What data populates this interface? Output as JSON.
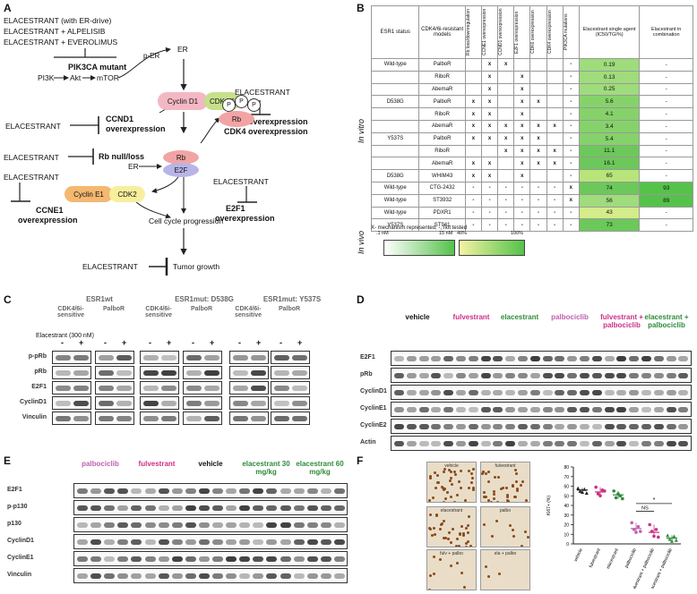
{
  "panels": {
    "a": "A",
    "b": "B",
    "c": "C",
    "d": "D",
    "e": "E",
    "f": "F"
  },
  "panel_a": {
    "treatments": [
      "ELACESTRANT (with ER-drive)",
      "ELACESTRANT + ALPELISIB",
      "ELACESTRANT + EVEROLIMUS"
    ],
    "pik3ca": "PIK3CA mutant",
    "pi3k": "PI3K",
    "akt": "Akt",
    "mtor": "mTOR",
    "per": "p-ER",
    "er": "ER",
    "cyclin_d1": "Cyclin D1",
    "cdk46": "CDK4/6",
    "elacestrant": "ELACESTRANT",
    "ccnd1": "CCND1",
    "overexpression": "overexpression",
    "cdk6_over": "CDK6 overexpression",
    "cdk4_over": "CDK4 overexpression",
    "rb_null": "Rb null/loss",
    "rb": "Rb",
    "e2f": "E2F",
    "p": "P",
    "ccne1": "CCNE1",
    "e2f1": "E2F1",
    "cyclin_e1": "Cyclin E1",
    "cdk2": "CDK2",
    "cell_cycle": "Cell cycle progression",
    "tumor": "Tumor growth"
  },
  "panel_b": {
    "headers": [
      "ESR1 status",
      "CDK4/6i-resistant models",
      "Rb loss/downregulation",
      "CCNE1 overexpression",
      "CCND1 overexpression",
      "E2F1 overexpression",
      "CDK6 overexpression",
      "CDK4 overexpression",
      "PIK3CA mutations",
      "Elacestrant single agent (IC50/TGI%)",
      "Elacestrant in combination"
    ],
    "in_vitro": "In vitro",
    "in_vivo": "In vivo",
    "rows": [
      {
        "status": "Wild-type",
        "model": "PalboR",
        "marks": [
          "",
          "x",
          "x",
          "",
          "",
          "",
          "-"
        ],
        "single": "0.19",
        "combo": "-"
      },
      {
        "status": "",
        "model": "RiboR",
        "marks": [
          "",
          "x",
          "",
          "x",
          "",
          "",
          "-"
        ],
        "single": "0.13",
        "combo": "-"
      },
      {
        "status": "",
        "model": "AbemaR",
        "marks": [
          "",
          "x",
          "",
          "x",
          "",
          "",
          "-"
        ],
        "single": "0.25",
        "combo": "-"
      },
      {
        "status": "D538G",
        "model": "PalboR",
        "marks": [
          "x",
          "x",
          "",
          "x",
          "x",
          "",
          "-"
        ],
        "single": "5.6",
        "combo": "-"
      },
      {
        "status": "",
        "model": "RiboR",
        "marks": [
          "x",
          "x",
          "",
          "x",
          "",
          "",
          "-"
        ],
        "single": "4.1",
        "combo": "-"
      },
      {
        "status": "",
        "model": "AbemaR",
        "marks": [
          "x",
          "x",
          "x",
          "x",
          "x",
          "x",
          "-"
        ],
        "single": "3.4",
        "combo": "-"
      },
      {
        "status": "Y537S",
        "model": "PalboR",
        "marks": [
          "x",
          "x",
          "x",
          "x",
          "x",
          "",
          "-"
        ],
        "single": "5.4",
        "combo": "-"
      },
      {
        "status": "",
        "model": "RiboR",
        "marks": [
          "",
          "",
          "x",
          "x",
          "x",
          "x",
          "-"
        ],
        "single": "11.1",
        "combo": "-"
      },
      {
        "status": "",
        "model": "AbemaR",
        "marks": [
          "x",
          "x",
          "",
          "x",
          "x",
          "x",
          "-"
        ],
        "single": "16.1",
        "combo": "-"
      },
      {
        "status": "D538G",
        "model": "WHIM43",
        "marks": [
          "x",
          "x",
          "",
          "x",
          "",
          "",
          "-"
        ],
        "single": "65",
        "combo": "-"
      },
      {
        "status": "Wild-type",
        "model": "CTG-2432",
        "marks": [
          "-",
          "-",
          "-",
          "-",
          "-",
          "-",
          "x"
        ],
        "single": "74",
        "combo": "93"
      },
      {
        "status": "Wild-type",
        "model": "ST3932",
        "marks": [
          "-",
          "-",
          "-",
          "-",
          "-",
          "-",
          "x"
        ],
        "single": "56",
        "combo": "89"
      },
      {
        "status": "Wild-type",
        "model": "PDXR1",
        "marks": [
          "-",
          "-",
          "-",
          "-",
          "-",
          "-",
          "-"
        ],
        "single": "43",
        "combo": "-"
      },
      {
        "status": "Y537S",
        "model": "ST941",
        "marks": [
          "-",
          "-",
          "-",
          "-",
          "-",
          "-",
          "-"
        ],
        "single": "73",
        "combo": "-"
      }
    ],
    "footnote": "X- mechanism represented; -, not tested",
    "scale1": [
      ".1 nM",
      "15 nM"
    ],
    "scale2": [
      "40%",
      "100%"
    ]
  },
  "panel_c": {
    "groups": [
      "ESR1wt",
      "ESR1mut: D538G",
      "ESR1mut: Y537S"
    ],
    "sub": [
      "CDK4/6i-sensitive",
      "PalboR"
    ],
    "treatment": "Elacestrant (300 nM)",
    "signs": [
      "-",
      "+"
    ],
    "rows": [
      "p-pRb",
      "pRb",
      "E2F1",
      "CyclinD1",
      "Vinculin"
    ]
  },
  "panel_d": {
    "groups": [
      "vehicle",
      "fulvestrant",
      "elacestrant",
      "palbociclib",
      "fulvestrant + palbociclib",
      "elacestrant + palbociclib"
    ],
    "rows": [
      "E2F1",
      "pRb",
      "CyclinD1",
      "CyclinE1",
      "CyclinE2",
      "Actin"
    ]
  },
  "panel_e": {
    "groups": [
      "palbociclib",
      "fulvestrant",
      "vehicle",
      "elacestrant 30 mg/kg",
      "elacestrant 60 mg/kg"
    ],
    "rows": [
      "E2F1",
      "p-p130",
      "p130",
      "CyclinD1",
      "CyclinE1",
      "Vinculin"
    ]
  },
  "panel_f": {
    "images": [
      "vehicle",
      "fulvestrant",
      "elacestrant",
      "palbo",
      "fulv + palbo",
      "ela + palbo"
    ],
    "ns": "NS",
    "star": "*"
  },
  "chart_data": {
    "type": "scatter",
    "title": "",
    "ylabel": "Ki67+ (%)",
    "ylim": [
      0,
      80
    ],
    "yticks": [
      0,
      10,
      20,
      30,
      40,
      50,
      60,
      70,
      80
    ],
    "categories": [
      "vehicle",
      "fulvestrant",
      "elacestrant",
      "palbociclib",
      "fulvestrant + palbociclib",
      "elacestrant + palbociclib"
    ],
    "colors": [
      "#222222",
      "#cc2f86",
      "#2e8b3a",
      "#c060b0",
      "#cc2f86",
      "#2e8b3a"
    ],
    "means": [
      56,
      54,
      51,
      16,
      12,
      6
    ],
    "points": [
      [
        58,
        55,
        54,
        57,
        53
      ],
      [
        59,
        52,
        50,
        56,
        55
      ],
      [
        55,
        48,
        52,
        50,
        47
      ],
      [
        22,
        15,
        12,
        18,
        13
      ],
      [
        20,
        13,
        8,
        15,
        7
      ],
      [
        9,
        5,
        3,
        8,
        4
      ]
    ]
  }
}
